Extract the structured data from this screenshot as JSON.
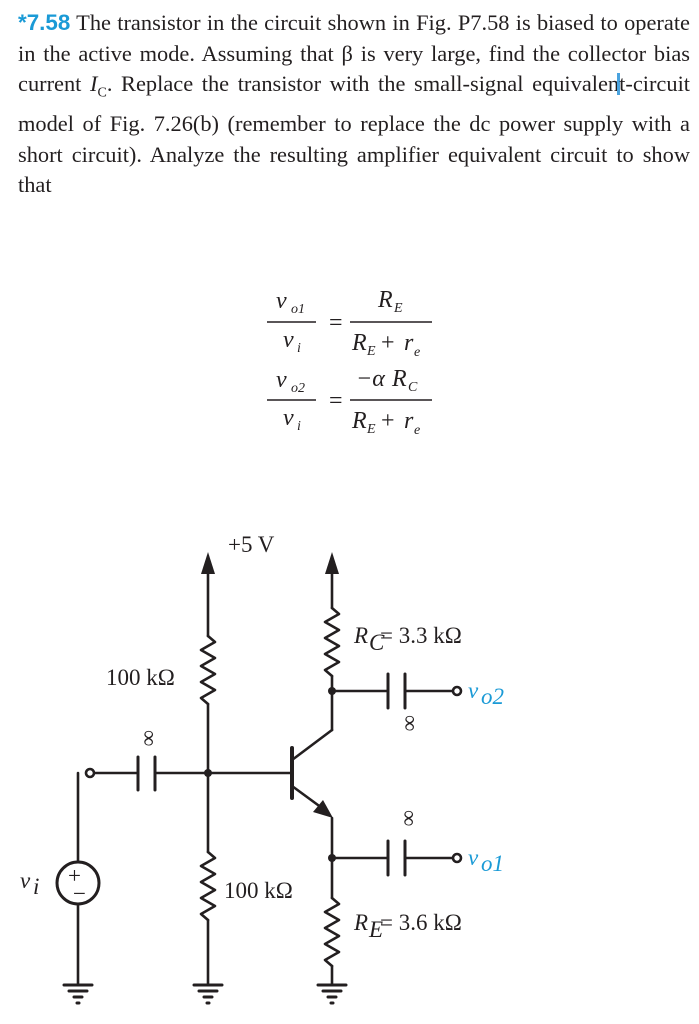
{
  "problem": {
    "number": "*7.58",
    "text_part1": "The transistor in the circuit shown in Fig. P7.58 is biased to operate in the active mode. Assuming that β is very large, find the collector bias current ",
    "ic_symbol": "I",
    "ic_sub": "C",
    "text_part2": ". Replace the transistor with the small-signal equivalen",
    "text_part3": "-circuit model of Fig. 7.26(b) (remember to replace the dc power supply with a short circuit). Analyze the resulting amplifier equivalent circuit to show that"
  },
  "equations": {
    "eq1": {
      "lhs_num": "v",
      "lhs_num_sub": "o1",
      "lhs_den": "v",
      "lhs_den_sub": "i",
      "equals": "=",
      "rhs_num": "R",
      "rhs_num_sub": "E",
      "rhs_den_a": "R",
      "rhs_den_a_sub": "E",
      "plus": "+",
      "rhs_den_b": "r",
      "rhs_den_b_sub": "e"
    },
    "eq2": {
      "lhs_num": "v",
      "lhs_num_sub": "o2",
      "lhs_den": "v",
      "lhs_den_sub": "i",
      "equals": "=",
      "rhs_num_prefix": "−α",
      "rhs_num": "R",
      "rhs_num_sub": "C",
      "rhs_den_a": "R",
      "rhs_den_a_sub": "E",
      "plus": "+",
      "rhs_den_b": "r",
      "rhs_den_b_sub": "e"
    }
  },
  "circuit": {
    "supply": "+5 V",
    "r_top_bias": "100 kΩ",
    "r_bottom_bias": "100 kΩ",
    "rc_sym": "R",
    "rc_sub": "C",
    "rc_value": " = 3.3 kΩ",
    "re_sym": "R",
    "re_sub": "E",
    "re_value": " = 3.6 kΩ",
    "cap_infinity": "∞",
    "vo2_sym": "v",
    "vo2_sub": "o2",
    "vo1_sym": "v",
    "vo1_sub": "o1",
    "vi_sym": "v",
    "vi_sub": "i",
    "source_plus": "+",
    "source_minus": "−"
  },
  "colors": {
    "accent": "#1a9ad6",
    "ink": "#231f20",
    "cursor": "#4aa3df"
  }
}
